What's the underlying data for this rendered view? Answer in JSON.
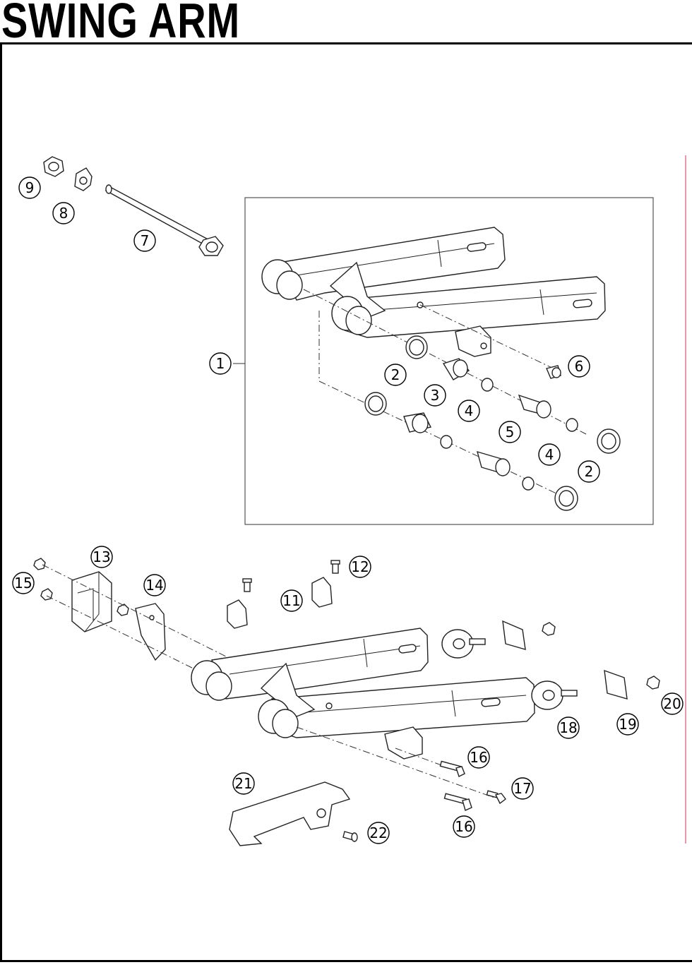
{
  "title": "SWING ARM",
  "callouts": {
    "c1": "1",
    "c2a": "2",
    "c2b": "2",
    "c3": "3",
    "c4a": "4",
    "c4b": "4",
    "c5": "5",
    "c6": "6",
    "c7": "7",
    "c8": "8",
    "c9": "9",
    "c11": "11",
    "c12": "12",
    "c13": "13",
    "c14": "14",
    "c15": "15",
    "c16a": "16",
    "c16b": "16",
    "c17": "17",
    "c18": "18",
    "c19": "19",
    "c20": "20",
    "c21": "21",
    "c22": "22"
  }
}
